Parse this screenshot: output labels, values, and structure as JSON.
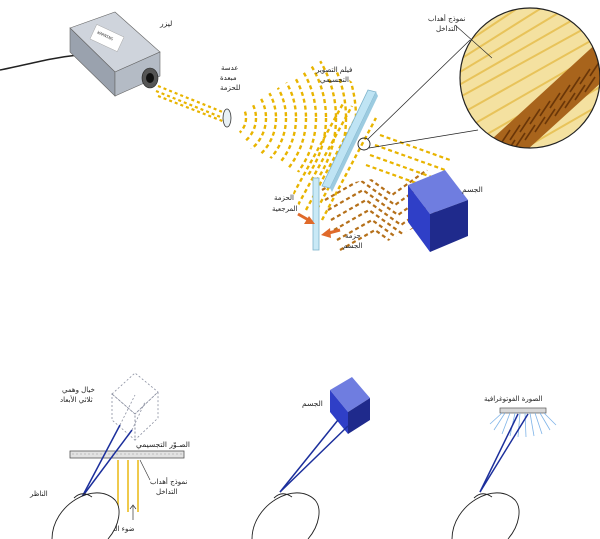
{
  "labels": {
    "laser": "ليزر",
    "lens_line1": "عدسة",
    "lens_line2": "مبعدة",
    "lens_line3": "للحزمة",
    "film_line1": "فيلم التصوير",
    "film_line2": "التجسيمي",
    "interference_line1": "نموذج أهداب",
    "interference_line2": "التداخل",
    "object": "الجسم",
    "reference_line1": "الحزمة",
    "reference_line2": "المرجعية",
    "object_beam_line1": "حزمة",
    "object_beam_line2": "الجسم",
    "virtual_line1": "خيال وهمي",
    "virtual_line2": "ثلاثي الأبعاد",
    "hologram": "الصـوّر التجسيمي",
    "viewer": "الناظر",
    "fringes_line1": "نموذج أهداب",
    "fringes_line2": "التداخل",
    "light": "ضوء الحاية",
    "object2": "الجسم",
    "photo": "الصورة الفوتوغرافية",
    "laser_box_text": "WARNING"
  },
  "colors": {
    "beam": "#e8b400",
    "object_beam": "#b5701a",
    "cube_front": "#2f3fc7",
    "cube_top": "#6f7de0",
    "cube_side": "#1f2a8c",
    "film": "#bfe4f4",
    "arrow": "#e06a2a",
    "ray": "#1c2f9c"
  }
}
